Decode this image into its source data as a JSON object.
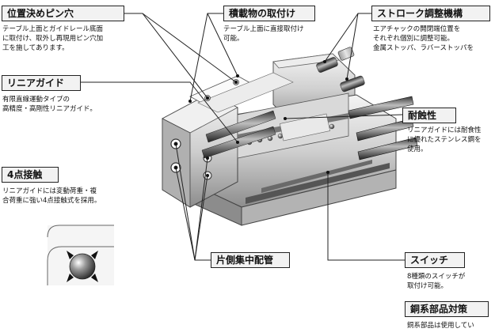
{
  "features": {
    "positioning": {
      "title": "位置決めピン穴",
      "lines": [
        "テーブル上面とガイドレール底面",
        "に取付け、取外し再現用ピン穴加",
        "工を施してあります。"
      ]
    },
    "mounting": {
      "title": "積載物の取付け",
      "lines": [
        "テーブル上面に直接取付け",
        "可能。"
      ]
    },
    "stroke": {
      "title": "ストローク調整機構",
      "lines": [
        "エアチャックの開閉端位置を",
        "それぞれ個別に調整可能。",
        "金属ストッパ、ラバーストッパを"
      ]
    },
    "linear": {
      "title": "リニアガイド",
      "lines": [
        "有限直線運動タイプの",
        "高精度・高剛性リニアガイド。"
      ]
    },
    "corrosion": {
      "title": "耐蝕性",
      "lines": [
        "リニアガイドには耐食性",
        "に優れたステンレス鋼を",
        "使用。"
      ]
    },
    "fourpoint": {
      "title": "4点接触",
      "lines": [
        "リニアガイドには変動荷重・複",
        "合荷重に強い4点接触式を採用。"
      ]
    },
    "piping": {
      "title": "片側集中配管"
    },
    "switch": {
      "title": "スイッチ",
      "lines": [
        "8種類のスイッチが",
        "取付け可能。"
      ]
    },
    "copper": {
      "title": "銅系部品対策",
      "lines": [
        "銅系部品は使用してい"
      ]
    }
  }
}
